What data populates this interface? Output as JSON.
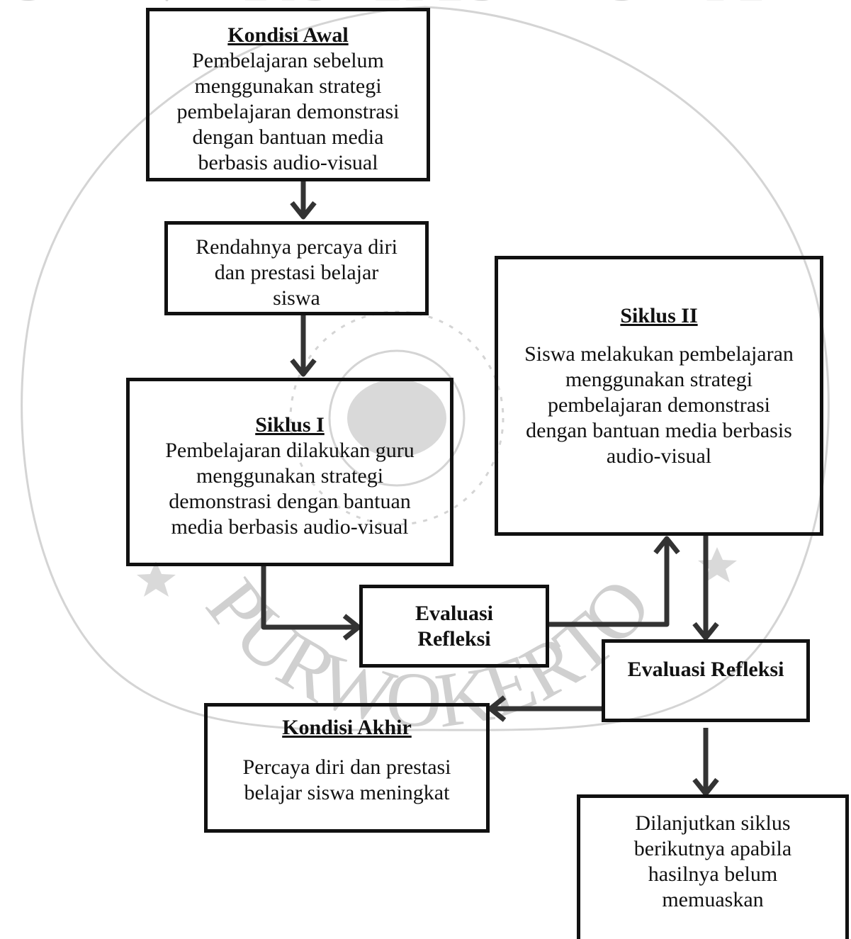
{
  "watermark": {
    "top_text": "UNIVERSITAS MUHAMMADIYAH",
    "bottom_text": "PURWOKERTO",
    "color": "#c8c8c8"
  },
  "boxes": {
    "kondisi_awal": {
      "title": "Kondisi Awal",
      "body": "Pembelajaran sebelum\nmenggunakan strategi\npembelajaran demonstrasi\ndengan bantuan media\nberbasis audio-visual"
    },
    "rendahnya": {
      "body": "Rendahnya percaya diri\ndan prestasi belajar\nsiswa"
    },
    "siklus_1": {
      "title": "Siklus I",
      "body": "Pembelajaran dilakukan guru\nmenggunakan strategi\ndemonstrasi dengan bantuan\nmedia berbasis audio-visual"
    },
    "evaluasi_1": {
      "label": "Evaluasi\nRefleksi"
    },
    "siklus_2": {
      "title": "Siklus II",
      "body": "Siswa melakukan pembelajaran\nmenggunakan strategi\npembelajaran demonstrasi\ndengan bantuan media berbasis\naudio-visual"
    },
    "evaluasi_2": {
      "label": "Evaluasi Refleksi"
    },
    "kondisi_akhir": {
      "title": "Kondisi Akhir",
      "body": "Percaya diri dan prestasi\nbelajar siswa meningkat"
    },
    "dilanjutkan": {
      "body": "Dilanjutkan siklus\nberikutnya apabila\nhasilnya belum\nmemuaskan"
    }
  },
  "colors": {
    "line": "#111111",
    "arrow": "#333333"
  }
}
